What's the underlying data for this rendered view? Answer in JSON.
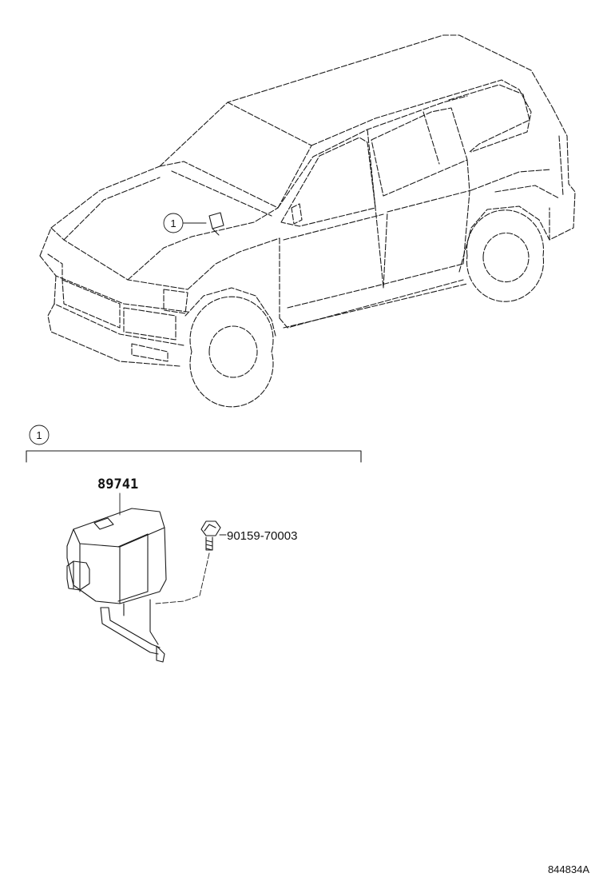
{
  "callouts": {
    "vehicle_ref": "1",
    "group_ref": "1"
  },
  "parts": {
    "module": {
      "part_number": "89741"
    },
    "screw": {
      "part_number": "90159-70003"
    }
  },
  "footer": {
    "illustration_code": "844834A"
  }
}
